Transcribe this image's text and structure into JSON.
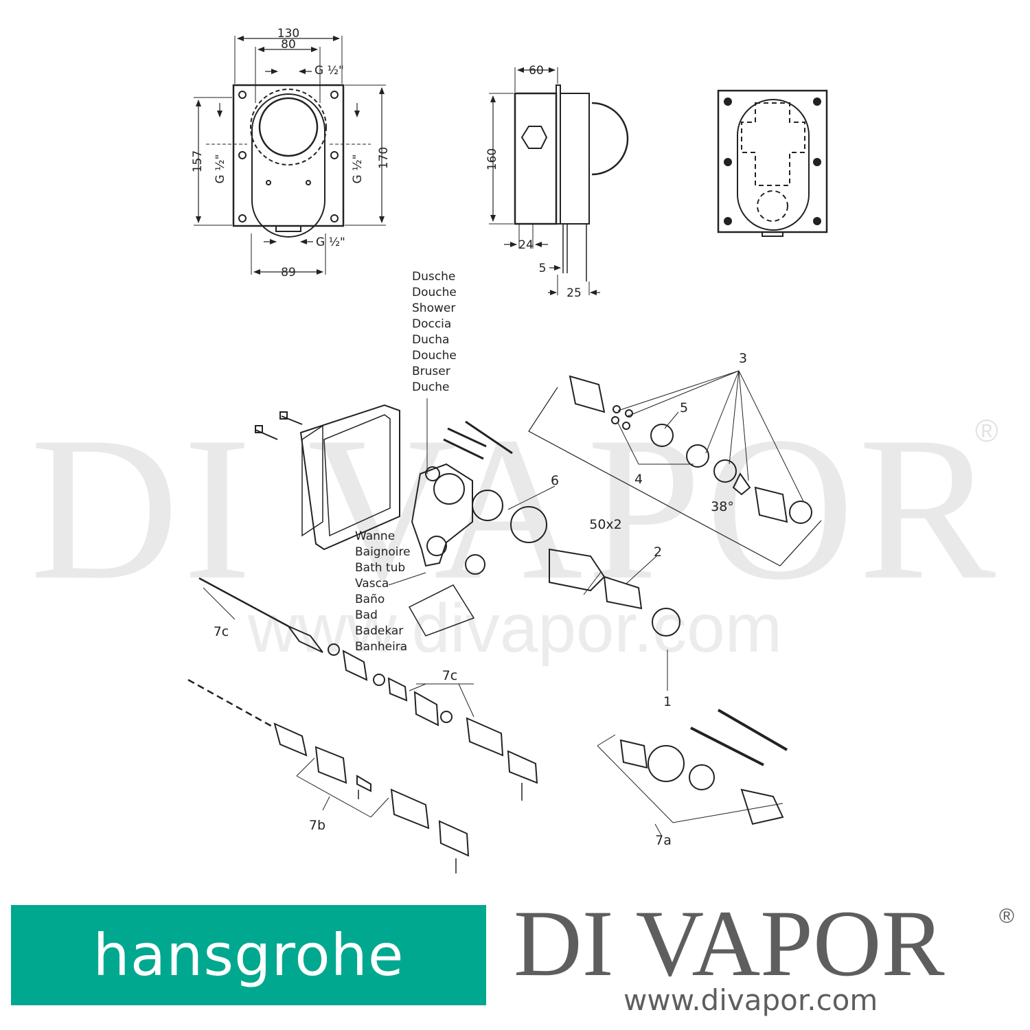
{
  "watermark": {
    "brand": "DI VAPOR",
    "registered": "®",
    "url": "www.divapor.com"
  },
  "dimensions_front": {
    "width_outer": "130",
    "width_inner": "80",
    "inlet_top": "G ½\"",
    "height_left": "157",
    "inlet_left": "G ½\"",
    "inlet_right": "G ½\"",
    "height_right": "170",
    "outlet_bottom": "G ½\"",
    "width_bottom": "89"
  },
  "dimensions_side": {
    "depth": "60",
    "height": "160",
    "d24": "24",
    "d5": "5",
    "d25": "25"
  },
  "outlet_shower": [
    "Dusche",
    "Douche",
    "Shower",
    "Doccia",
    "Ducha",
    "Douche",
    "Bruser",
    "Duche"
  ],
  "outlet_bath": [
    "Wanne",
    "Baignoire",
    "Bath tub",
    "Vasca",
    "Baño",
    "Bad",
    "Badekar",
    "Banheira"
  ],
  "part_labels": {
    "p3": "3",
    "p5": "5",
    "p4": "4",
    "angle": "38°",
    "p6": "6",
    "p50x2": "50x2",
    "p2": "2",
    "p1": "1",
    "p7c_left": "7c",
    "p7c_mid": "7c",
    "p7b": "7b",
    "p7a": "7a"
  },
  "logos": {
    "hansgrohe": "hansgrohe",
    "hansgrohe_color": "#00a88f",
    "divapor": "DI VAPOR",
    "divapor_reg": "®",
    "divapor_url": "www.divapor.com"
  }
}
